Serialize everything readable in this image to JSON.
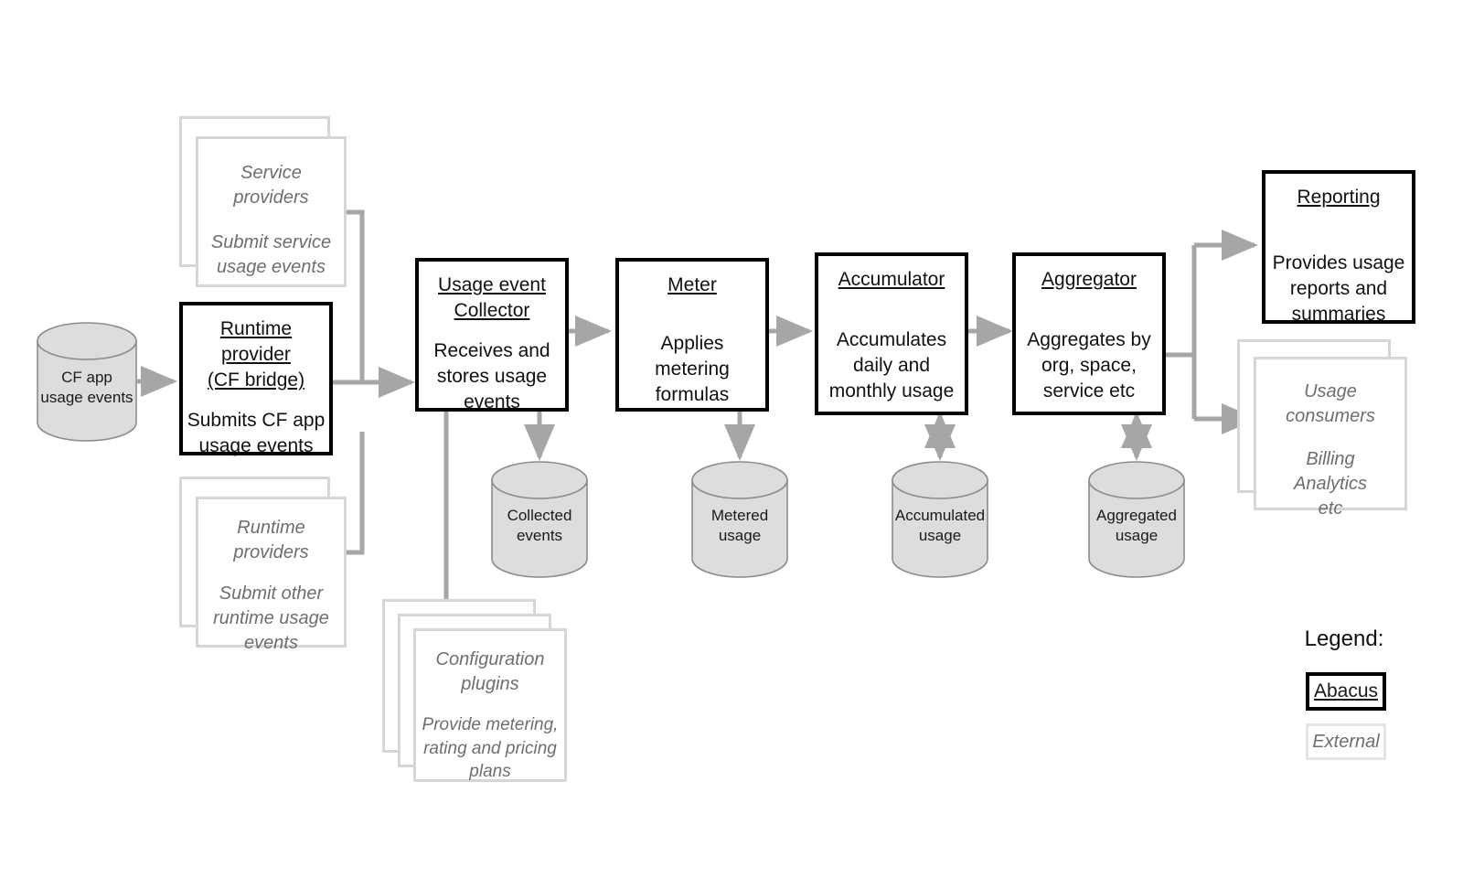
{
  "diagram": {
    "title": "Abacus usage metering and aggregation pipeline",
    "colors": {
      "abacus_border": "#000000",
      "external_border": "#d4d6d8",
      "edge": "#a6a6a6",
      "cylinder_fill": "#dcdddf",
      "cylinder_stroke": "#8c8c8c",
      "external_text": "#6b6f73",
      "background": "#ffffff"
    }
  },
  "sources": {
    "cf_app_store": {
      "label": "CF app\nusage events"
    },
    "service_providers": {
      "title": "Service\nproviders",
      "desc": "Submit service\nusage events"
    },
    "runtime_providers": {
      "title": "Runtime\nproviders",
      "desc": "Submit other\nruntime usage\nevents"
    }
  },
  "pipeline": [
    {
      "id": "runtime-provider-cf-bridge",
      "title": "Runtime\nprovider\n(CF bridge)",
      "desc": "Submits CF app\nusage events",
      "kind": "abacus"
    },
    {
      "id": "usage-event-collector",
      "title": "Usage event\nCollector",
      "desc": "Receives and\nstores usage\nevents",
      "kind": "abacus"
    },
    {
      "id": "meter",
      "title": "Meter",
      "desc": "Applies\nmetering\nformulas",
      "kind": "abacus"
    },
    {
      "id": "accumulator",
      "title": "Accumulator",
      "desc": "Accumulates\ndaily and\nmonthly usage",
      "kind": "abacus"
    },
    {
      "id": "aggregator",
      "title": "Aggregator",
      "desc": "Aggregates by\norg, space,\nservice etc",
      "kind": "abacus"
    },
    {
      "id": "reporting",
      "title": "Reporting",
      "desc": "Provides usage\nreports and\nsummaries",
      "kind": "abacus"
    }
  ],
  "datastores": [
    {
      "id": "collected-events",
      "label": "Collected\nevents"
    },
    {
      "id": "metered-usage",
      "label": "Metered\nusage"
    },
    {
      "id": "accumulated-usage",
      "label": "Accumulated\nusage"
    },
    {
      "id": "aggregated-usage",
      "label": "Aggregated\nusage"
    }
  ],
  "plugins": {
    "title": "Configuration\nplugins",
    "desc": "Provide metering,\nrating and pricing\nplans"
  },
  "consumers": {
    "title": "Usage\nconsumers",
    "desc": "Billing\nAnalytics\netc"
  },
  "legend": {
    "title": "Legend:",
    "abacus_label": "Abacus",
    "external_label": "External"
  }
}
